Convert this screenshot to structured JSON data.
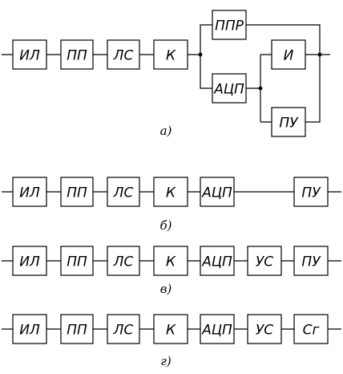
{
  "diagrams": [
    {
      "caption": "а)",
      "blocks": [
        "ИЛ",
        "ПП",
        "ЛС",
        "К",
        "ППР",
        "АЦП",
        "И",
        "ПУ"
      ]
    },
    {
      "caption": "б)",
      "blocks": [
        "ИЛ",
        "ПП",
        "ЛС",
        "К",
        "АЦП",
        "ПУ"
      ]
    },
    {
      "caption": "в)",
      "blocks": [
        "ИЛ",
        "ПП",
        "ЛС",
        "К",
        "АЦП",
        "УС",
        "ПУ"
      ]
    },
    {
      "caption": "г)",
      "blocks": [
        "ИЛ",
        "ПП",
        "ЛС",
        "К",
        "АЦП",
        "УС",
        "Сг"
      ]
    }
  ]
}
